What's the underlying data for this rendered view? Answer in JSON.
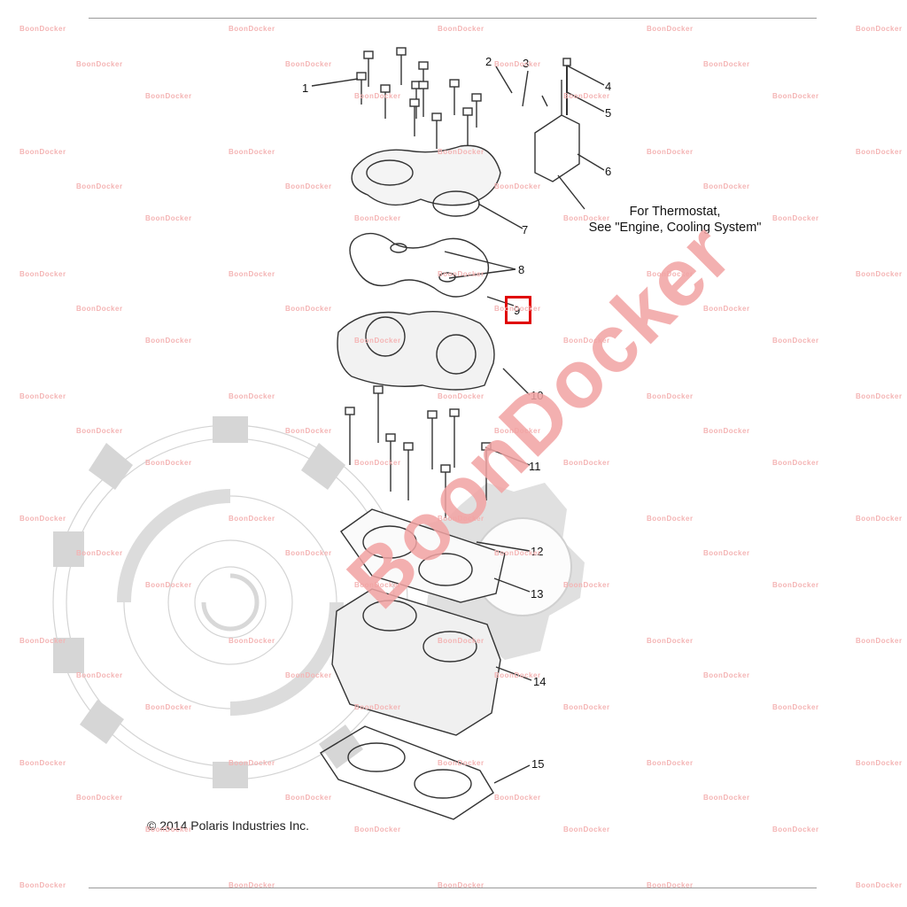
{
  "callouts": [
    "1",
    "2",
    "3",
    "4",
    "5",
    "6",
    "7",
    "8",
    "9",
    "10",
    "11",
    "12",
    "13",
    "14",
    "15"
  ],
  "note_lines": [
    "For Thermostat,",
    "See \"Engine, Cooling System\""
  ],
  "copyright": "© 2014 Polaris Industries Inc.",
  "watermark_text": "BoonDocker",
  "watermark_small": "BoonDocker",
  "highlighted_callout": "9",
  "colors": {
    "highlight": "#e00000",
    "watermark": "#f2a3a3",
    "line_art": "#333333",
    "gear_logo": "#d8d8d8"
  }
}
